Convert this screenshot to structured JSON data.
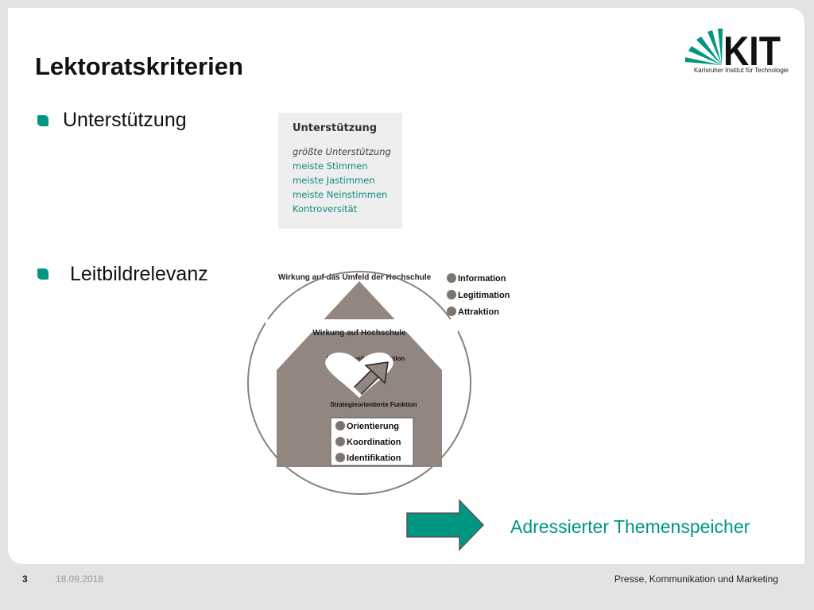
{
  "slide": {
    "title": "Lektoratskriterien",
    "bullets": [
      {
        "label": "Unterstützung"
      },
      {
        "label": "Leitbildrelevanz"
      }
    ]
  },
  "logo": {
    "wordmark": "KIT",
    "subtitle": "Karlsruher Institut für Technologie"
  },
  "support_box": {
    "title": "Unterstützung",
    "items": [
      "größte Unterstützung",
      "meiste Stimmen",
      "meiste Jastimmen",
      "meiste Neinstimmen",
      "Kontroversität"
    ]
  },
  "diagram": {
    "outer_label": "Wirkung auf das Umfeld der Hochschule",
    "outer_items": [
      "Information",
      "Legitimation",
      "Attraktion"
    ],
    "inner_label": "Wirkung auf Hochschule",
    "culture_label": "Kulturorientierte Funktion",
    "strategy_label": "Strategieorientierte Funktion",
    "inner_items": [
      "Orientierung",
      "Koordination",
      "Identifikation"
    ]
  },
  "callout": {
    "text": "Adressierter Themenspeicher"
  },
  "footer": {
    "page_number": "3",
    "date": "18.09.2018",
    "department": "Presse, Kommunikation und Marketing"
  },
  "colors": {
    "accent": "#009682",
    "house": "#918780"
  }
}
